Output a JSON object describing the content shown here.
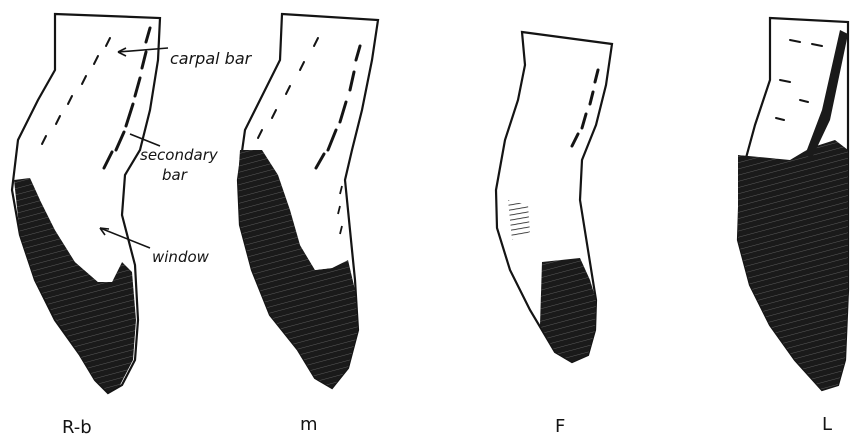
{
  "annotations": {
    "carpal_bar": "carpal bar",
    "secondary_bar_line1": "secondary",
    "secondary_bar_line2": "bar",
    "window": "window"
  },
  "captions": {
    "panel_1": "R-b",
    "panel_2": "m",
    "panel_3": "F",
    "panel_4": "L"
  },
  "colors": {
    "ink": "#141414",
    "paper": "#ffffff"
  }
}
